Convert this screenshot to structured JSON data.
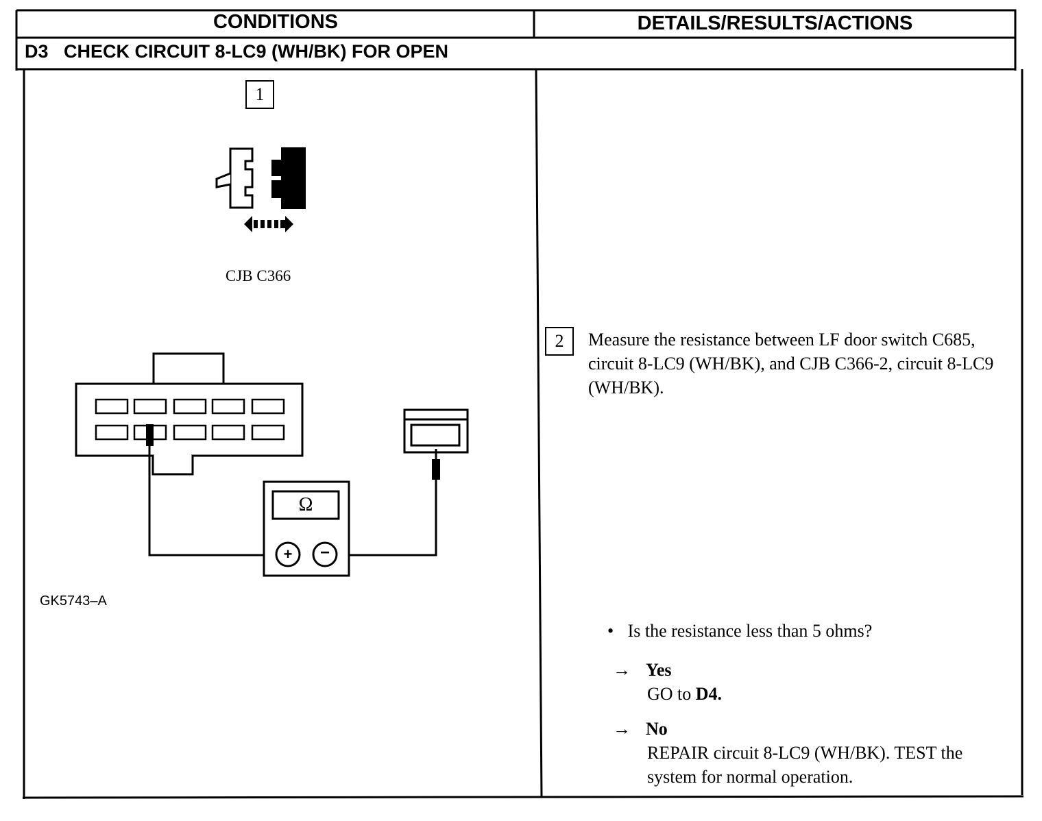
{
  "header": {
    "conditions": "CONDITIONS",
    "details": "DETAILS/RESULTS/ACTIONS"
  },
  "step": {
    "title": "D3   CHECK CIRCUIT 8-LC9 (WH/BK) FOR OPEN"
  },
  "figure": {
    "step1_number": "1",
    "connector_caption": "CJB C366",
    "ohm_symbol": "Ω",
    "plus_symbol": "+",
    "minus_symbol": "−",
    "figure_id": "GK5743–A"
  },
  "details": {
    "step2_number": "2",
    "instruction": "Measure the resistance between LF door switch C685, circuit 8-LC9 (WH/BK), and CJB C366-2, circuit 8-LC9 (WH/BK).",
    "bullet": "•",
    "question": "Is the resistance less than 5 ohms?",
    "arrow": "→",
    "yes": {
      "label": "Yes",
      "action_prefix": "GO to ",
      "action_target": "D4."
    },
    "no": {
      "label": "No",
      "action": "REPAIR circuit 8-LC9 (WH/BK). TEST the system for normal operation."
    }
  },
  "colors": {
    "ink": "#000000",
    "paper": "#ffffff"
  }
}
